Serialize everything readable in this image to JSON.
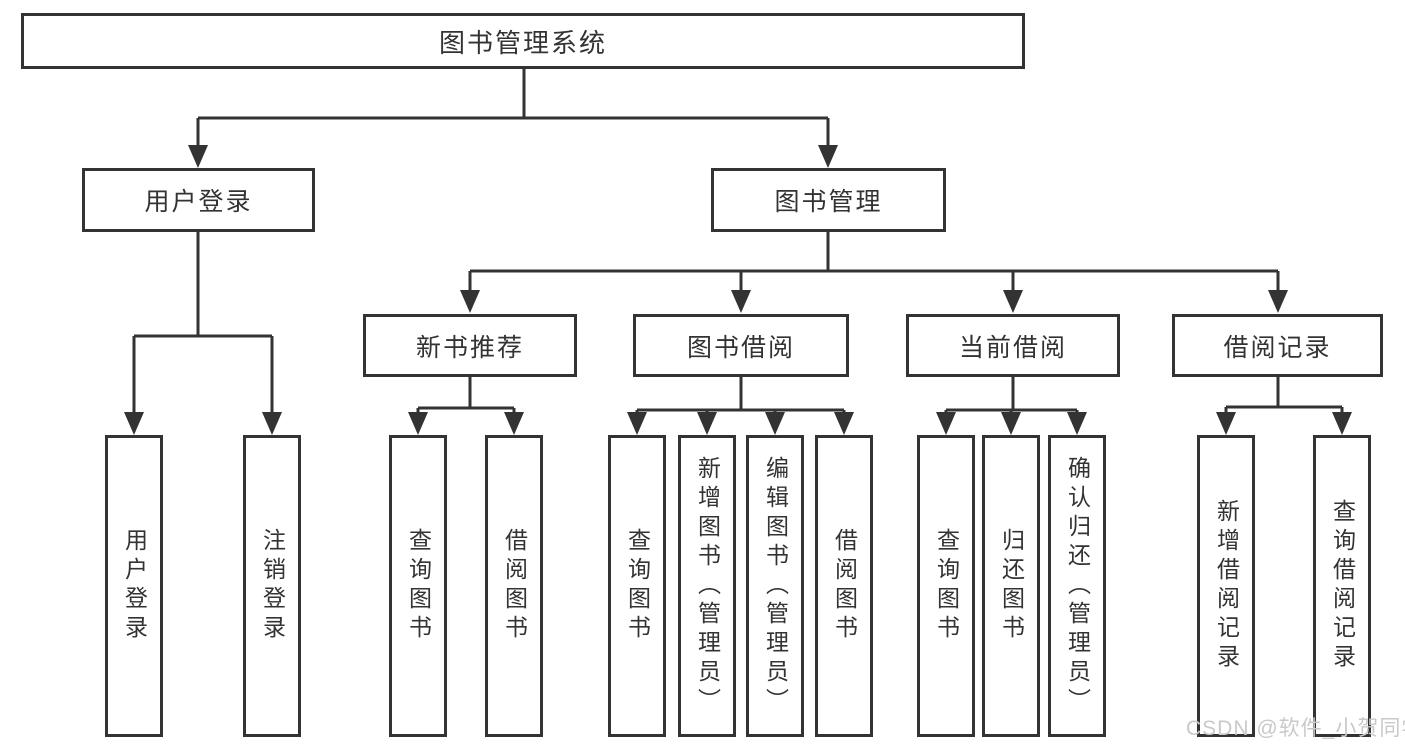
{
  "tree": {
    "root": {
      "label": "图书管理系统"
    },
    "branches": [
      {
        "label": "用户登录",
        "children": [
          {
            "label": "用户登录"
          },
          {
            "label": "注销登录"
          }
        ]
      },
      {
        "label": "图书管理",
        "children": [
          {
            "label": "新书推荐",
            "children": [
              {
                "label": "查询图书"
              },
              {
                "label": "借阅图书"
              }
            ]
          },
          {
            "label": "图书借阅",
            "children": [
              {
                "label": "查询图书"
              },
              {
                "label": "新增图书（管理员）"
              },
              {
                "label": "编辑图书（管理员）"
              },
              {
                "label": "借阅图书"
              }
            ]
          },
          {
            "label": "当前借阅",
            "children": [
              {
                "label": "查询图书"
              },
              {
                "label": "归还图书"
              },
              {
                "label": "确认归还（管理员）"
              }
            ]
          },
          {
            "label": "借阅记录",
            "children": [
              {
                "label": "新增借阅记录"
              },
              {
                "label": "查询借阅记录"
              }
            ]
          }
        ]
      }
    ]
  },
  "watermark": {
    "text": "CSDN @软件_小贺同学"
  },
  "colors": {
    "line": "#333333",
    "text": "#333333",
    "background": "#ffffff",
    "watermark": "#c9c9c9"
  }
}
